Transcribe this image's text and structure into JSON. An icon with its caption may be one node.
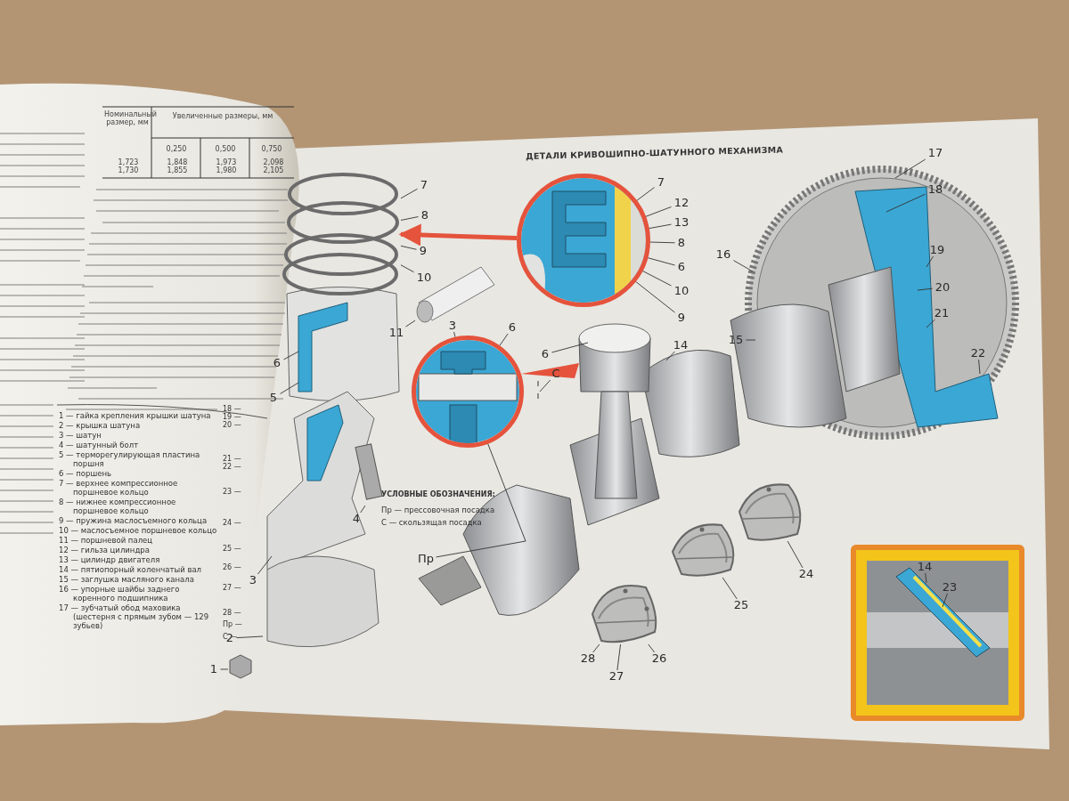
{
  "diagram": {
    "title": "ДЕТАЛИ КРИВОШИПНО-ШАТУННОГО МЕХАНИЗМА",
    "nodes": [
      {
        "text": [],
        "shape": "circle"
      },
      {
        "text": [],
        "shape": "circle"
      },
      {
        "text": [],
        "shape": "box"
      },
      {
        "text": [
          "7"
        ]
      },
      {
        "text": [
          "12"
        ]
      },
      {
        "text": [
          "13"
        ]
      },
      {
        "text": [
          "8"
        ]
      },
      {
        "text": [
          "6"
        ]
      },
      {
        "text": [
          "10"
        ]
      },
      {
        "text": [
          "9"
        ]
      },
      {
        "text": [
          "7"
        ]
      },
      {
        "text": [
          "8"
        ]
      },
      {
        "text": [
          "9"
        ]
      },
      {
        "text": [
          "10"
        ]
      },
      {
        "text": [
          "11"
        ]
      },
      {
        "text": [
          "3"
        ]
      },
      {
        "text": [
          "6"
        ]
      },
      {
        "text": [
          "С"
        ]
      },
      {
        "text": [
          "Пр"
        ]
      },
      {
        "text": [
          "6"
        ]
      },
      {
        "text": [
          "14"
        ]
      },
      {
        "text": [
          "15"
        ]
      },
      {
        "text": [
          "16"
        ]
      },
      {
        "text": [
          "17"
        ]
      },
      {
        "text": [
          "18"
        ]
      },
      {
        "text": [
          "19"
        ]
      },
      {
        "text": [
          "20"
        ]
      },
      {
        "text": [
          "21"
        ]
      },
      {
        "text": [
          "22"
        ]
      },
      {
        "text": [
          "24"
        ]
      },
      {
        "text": [
          "25"
        ]
      },
      {
        "text": [
          "26"
        ]
      },
      {
        "text": [
          "27"
        ]
      },
      {
        "text": [
          "28"
        ]
      },
      {
        "text": [
          "14"
        ],
        "in": 2
      },
      {
        "text": [
          "23"
        ],
        "in": 2
      },
      {
        "text": [
          "6"
        ]
      },
      {
        "text": [
          "5"
        ]
      },
      {
        "text": [
          "4"
        ]
      },
      {
        "text": [
          "3"
        ]
      },
      {
        "text": [
          "2"
        ]
      },
      {
        "text": [
          "1"
        ]
      },
      {
        "text": [],
        "shape": "picture"
      },
      {
        "text": [],
        "shape": "picture"
      },
      {
        "text": [],
        "shape": "picture"
      },
      {
        "text": [],
        "shape": "picture"
      },
      {
        "text": [],
        "shape": "picture"
      }
    ],
    "edges": [
      {
        "from": 0,
        "to": 42,
        "arrow": "to",
        "style": "thick",
        "color": "#e5533c"
      },
      {
        "from": 3,
        "to": 0,
        "arrow": "none"
      },
      {
        "from": 4,
        "to": 0,
        "arrow": "none"
      },
      {
        "from": 5,
        "to": 0,
        "arrow": "none"
      },
      {
        "from": 6,
        "to": 0,
        "arrow": "none"
      },
      {
        "from": 7,
        "to": 0,
        "arrow": "none"
      },
      {
        "from": 8,
        "to": 0,
        "arrow": "none"
      },
      {
        "from": 9,
        "to": 0,
        "arrow": "none"
      },
      {
        "from": 10,
        "to": 42,
        "arrow": "none"
      },
      {
        "from": 11,
        "to": 42,
        "arrow": "none"
      },
      {
        "from": 12,
        "to": 42,
        "arrow": "none"
      },
      {
        "from": 13,
        "to": 42,
        "arrow": "none"
      },
      {
        "from": 14,
        "to": 43,
        "arrow": "none"
      },
      {
        "from": 15,
        "to": 1,
        "arrow": "none"
      },
      {
        "from": 16,
        "to": 1,
        "arrow": "none"
      },
      {
        "from": 17,
        "to": null,
        "arrow": "none"
      },
      {
        "from": 18,
        "to": 1,
        "arrow": "none"
      },
      {
        "from": 19,
        "to": null,
        "arrow": "none"
      },
      {
        "from": 20,
        "to": null,
        "arrow": "none"
      },
      {
        "from": 21,
        "to": null,
        "arrow": "none"
      },
      {
        "from": 22,
        "to": null,
        "arrow": "none"
      },
      {
        "from": 23,
        "to": null,
        "arrow": "none"
      },
      {
        "from": 24,
        "to": null,
        "arrow": "none"
      },
      {
        "from": 25,
        "to": null,
        "arrow": "none"
      },
      {
        "from": 26,
        "to": null,
        "arrow": "none"
      },
      {
        "from": 27,
        "to": null,
        "arrow": "none"
      },
      {
        "from": 28,
        "to": null,
        "arrow": "none"
      },
      {
        "from": 29,
        "to": 46,
        "arrow": "none"
      },
      {
        "from": 30,
        "to": 45,
        "arrow": "none"
      },
      {
        "from": 31,
        "to": 44,
        "arrow": "none"
      },
      {
        "from": 32,
        "to": 44,
        "arrow": "none"
      },
      {
        "from": 33,
        "to": 44,
        "arrow": "none"
      },
      {
        "from": 34,
        "to": null,
        "arrow": "none"
      },
      {
        "from": 35,
        "to": null,
        "arrow": "none"
      },
      {
        "from": 36,
        "to": null,
        "arrow": "none"
      },
      {
        "from": 37,
        "to": null,
        "arrow": "none"
      },
      {
        "from": 38,
        "to": null,
        "arrow": "none"
      },
      {
        "from": 39,
        "to": null,
        "arrow": "none"
      },
      {
        "from": 40,
        "to": null,
        "arrow": "none"
      },
      {
        "from": 41,
        "to": null,
        "arrow": "none"
      }
    ],
    "labels": [
      "Номинальный размер, мм",
      "Увеличенные размеры, мм",
      "0,250",
      "0,500",
      "0,750",
      "1,723 1,730",
      "1,848 1,855",
      "1,973 1,980",
      "2,098 2,105",
      "УСЛОВНЫЕ ОБОЗНАЧЕНИЯ:",
      "Пр — прессовочная посадка",
      "С — скользящая посадка",
      "1 — гайка крепления крышки шатуна",
      "2 — крышка шатуна",
      "3 — шатун",
      "4 — шатунный болт",
      "5 — терморегулирующая пластина поршня",
      "6 — поршень",
      "7 — верхнее компрессионное поршневое кольцо",
      "8 — нижнее компрессионное поршневое кольцо",
      "9 — пружина маслосъемного кольца",
      "10 — маслосъемное поршневое кольцо",
      "11 — поршневой палец",
      "12 — гильза цилиндра",
      "13 — цилиндр двигателя",
      "14 — пятиопорный коленчатый вал",
      "15 — заглушка масляного канала",
      "16 — упорные шайбы заднего коренного подшипника",
      "17 — зубчатый обод маховика (шестерня с прямым зубом — 129 зубьев)",
      "18 —",
      "19 —",
      "20 —",
      "21 —",
      "22 —",
      "23 —",
      "24 —",
      "25 —",
      "26 —",
      "27 —",
      "28 —",
      "Пр —",
      "С —"
    ]
  }
}
